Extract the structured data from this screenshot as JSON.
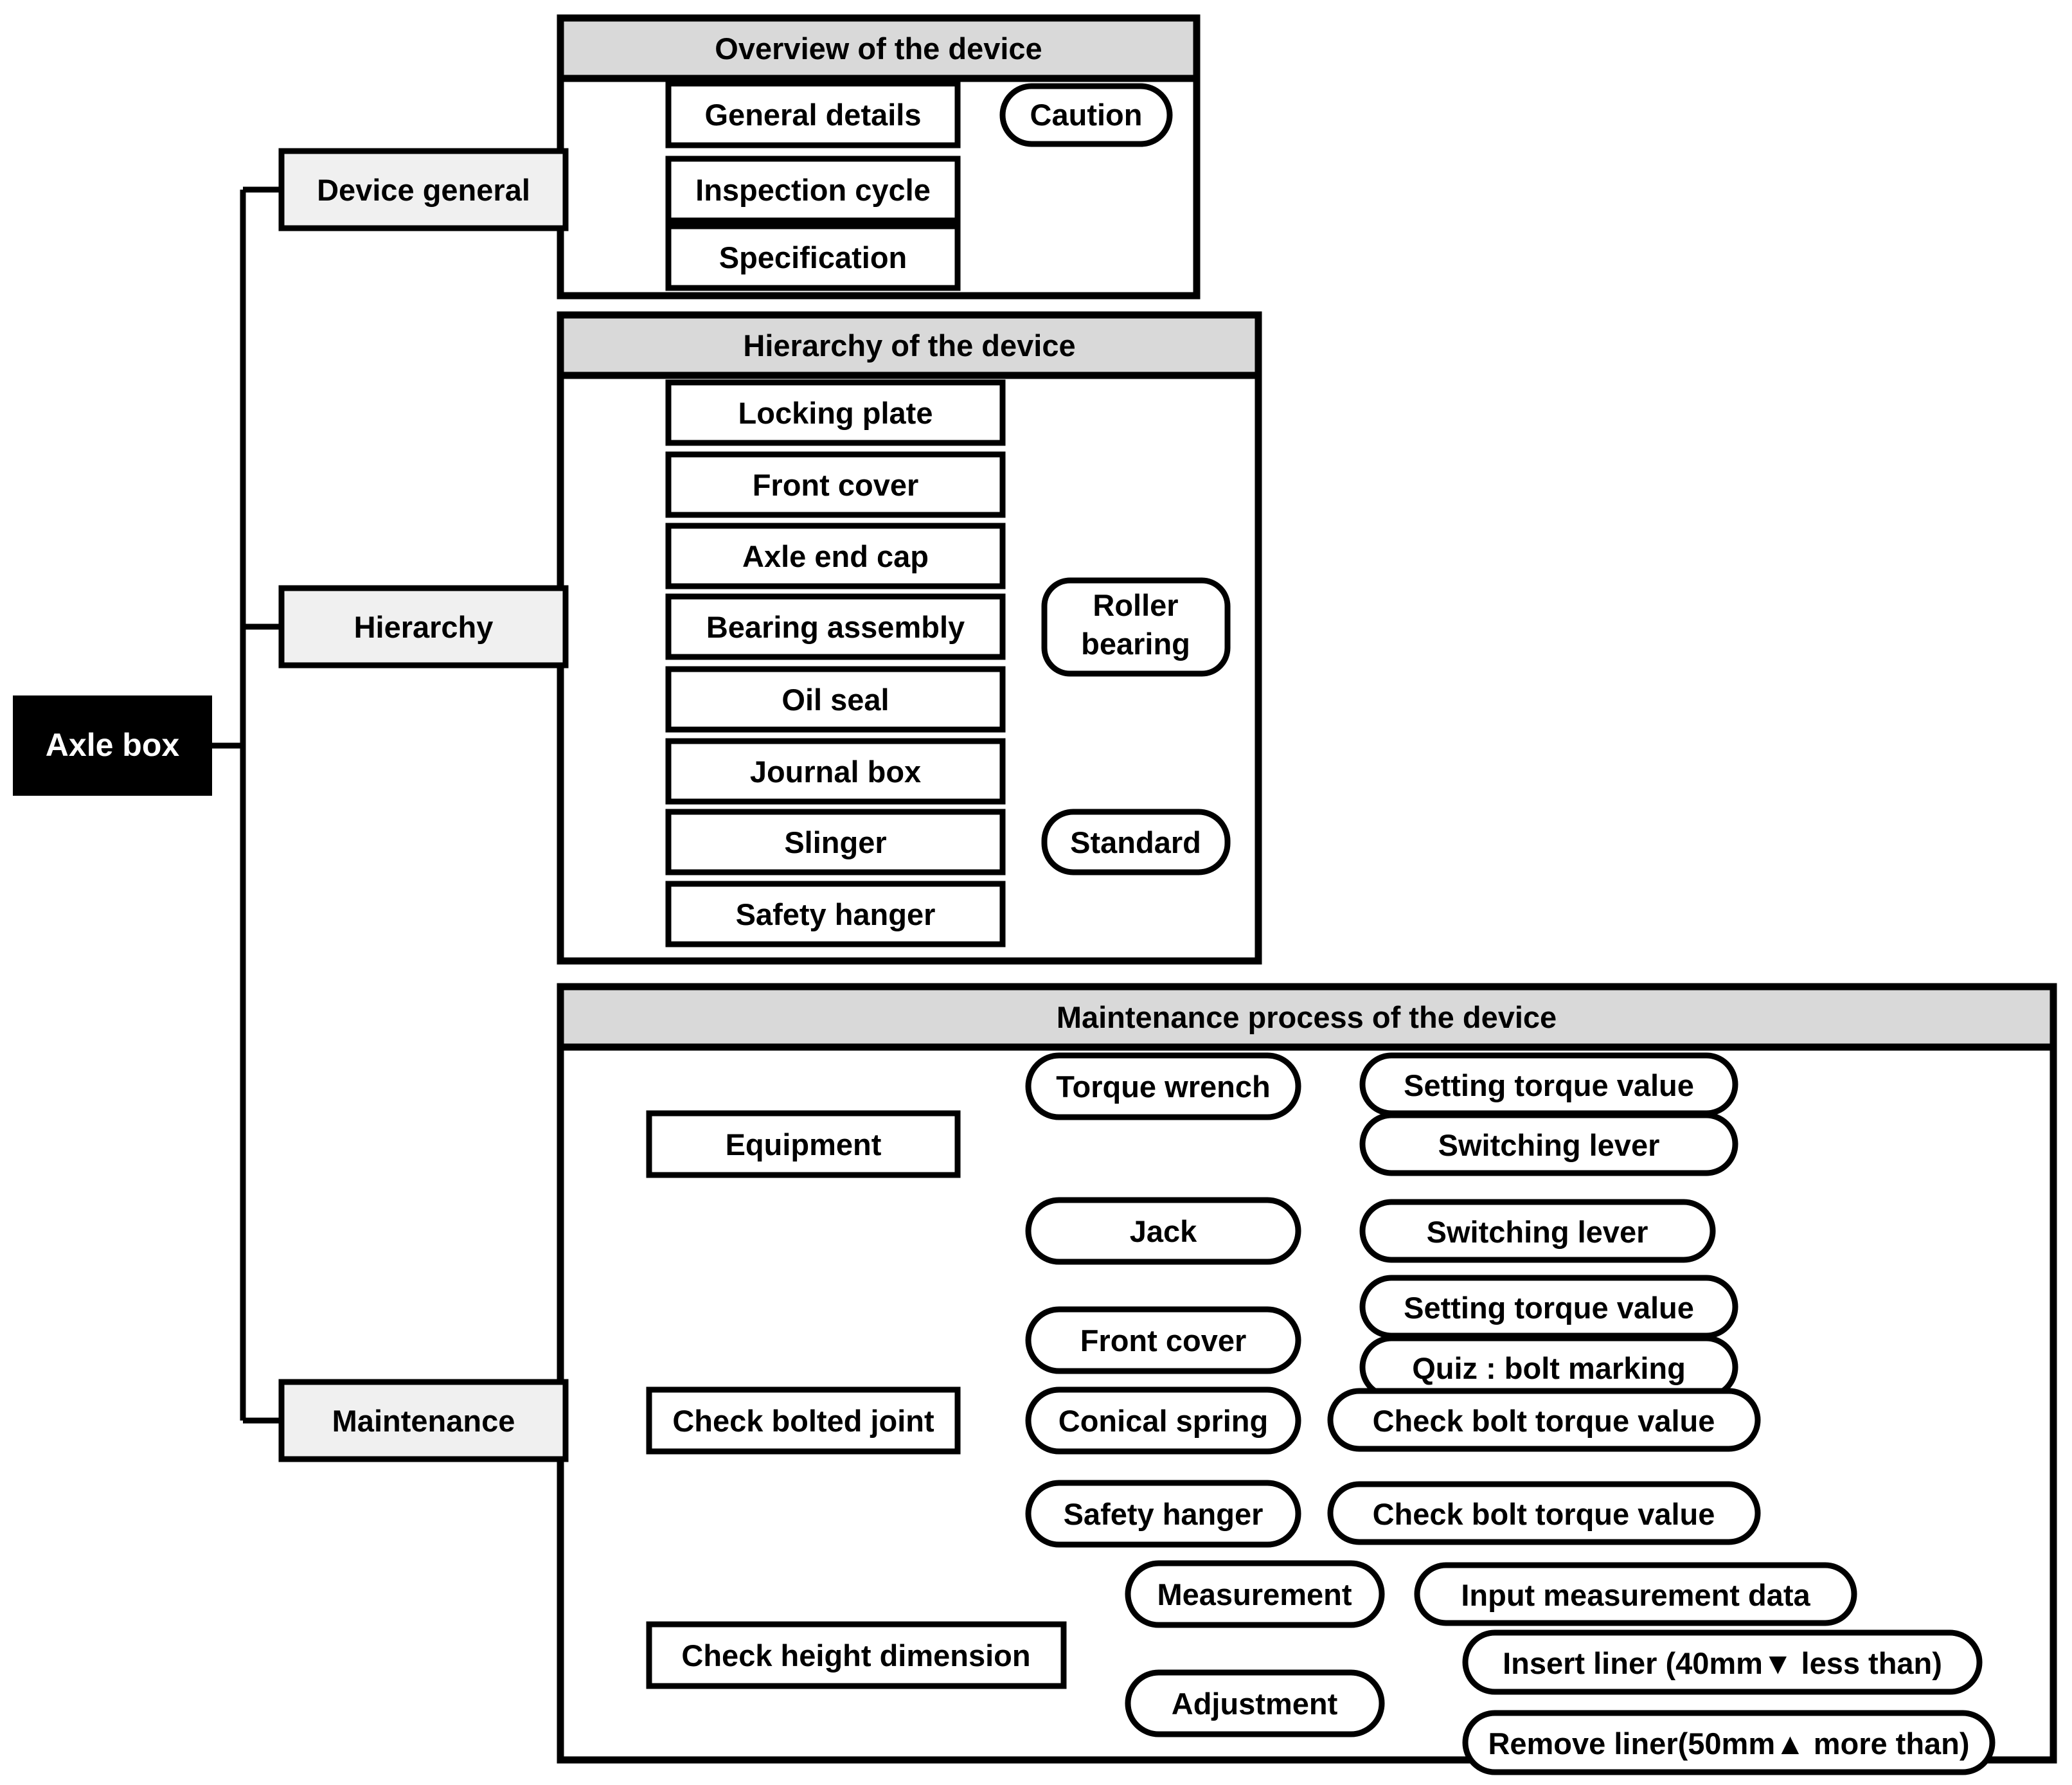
{
  "diagram": {
    "title": "Axle box content structure",
    "colors": {
      "panel_header_fill": "#d9d9d9",
      "level1_node_fill": "#f0f0f0",
      "root_fill": "#000000",
      "root_text": "#ffffff",
      "node_fill": "#ffffff",
      "line": "#000000"
    }
  },
  "root": {
    "label": "Axle box"
  },
  "branches": [
    {
      "label": "Device general"
    },
    {
      "label": "Hierarchy"
    },
    {
      "label": "Maintenance"
    }
  ],
  "panels": [
    {
      "header": "Overview of the device",
      "items": [
        {
          "label": "General details",
          "children": [
            "Caution"
          ]
        },
        {
          "label": "Inspection cycle",
          "children": []
        },
        {
          "label": "Specification",
          "children": []
        }
      ]
    },
    {
      "header": "Hierarchy of the device",
      "items": [
        {
          "label": "Locking plate",
          "children": []
        },
        {
          "label": "Front cover",
          "children": []
        },
        {
          "label": "Axle end cap",
          "children": []
        },
        {
          "label": "Bearing assembly",
          "children": [
            "Roller bearing"
          ]
        },
        {
          "label": "Oil seal",
          "children": []
        },
        {
          "label": "Journal box",
          "children": []
        },
        {
          "label": "Slinger",
          "children": [
            "Standard"
          ]
        },
        {
          "label": "Safety hanger",
          "children": []
        }
      ]
    },
    {
      "header": "Maintenance process of the device",
      "items": [
        {
          "label": "Equipment",
          "children": [
            {
              "label": "Torque wrench",
              "children": [
                "Setting torque value",
                "Switching lever"
              ]
            },
            {
              "label": "Jack",
              "children": [
                "Switching lever"
              ]
            }
          ]
        },
        {
          "label": "Check bolted joint",
          "children": [
            {
              "label": "Front cover",
              "children": [
                "Setting torque value",
                "Quiz : bolt marking"
              ]
            },
            {
              "label": "Conical spring",
              "children": [
                "Check bolt torque value"
              ]
            },
            {
              "label": "Safety hanger",
              "children": [
                "Check bolt torque value"
              ]
            }
          ]
        },
        {
          "label": "Check height dimension",
          "children": [
            {
              "label": "Measurement",
              "children": [
                "Input measurement data"
              ]
            },
            {
              "label": "Adjustment",
              "children": [
                "Insert liner (40mm▼ less than)",
                "Remove liner(50mm▲ more than)"
              ]
            }
          ]
        }
      ]
    }
  ],
  "labels": {
    "roller_bearing_line1": "Roller",
    "roller_bearing_line2": "bearing"
  }
}
